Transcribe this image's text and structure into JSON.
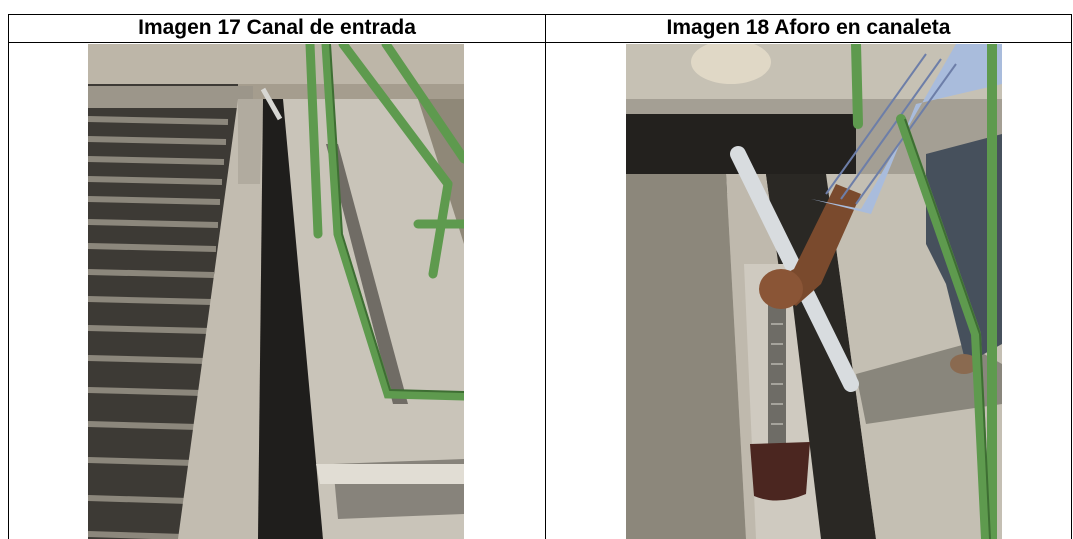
{
  "table": {
    "cells": [
      {
        "caption": "Imagen 17 Canal de entrada",
        "photo": "inlet-channel-photo"
      },
      {
        "caption": "Imagen 18 Aforo en canaleta",
        "photo": "flume-gauging-photo"
      }
    ]
  },
  "colors": {
    "rail_green": "#5e9a4e",
    "concrete": "#b9b5ac",
    "shadow": "#1f1e1c"
  }
}
